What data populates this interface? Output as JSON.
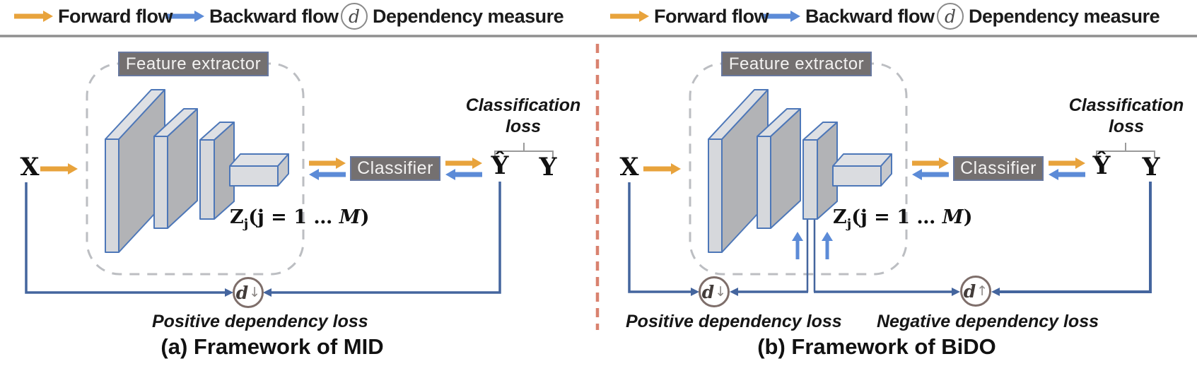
{
  "legend": {
    "forward_label": "Forward flow",
    "backward_label": "Backward flow",
    "dependency_symbol": "d",
    "dependency_label": "Dependency measure"
  },
  "panels": {
    "a": {
      "feature_extractor": "Feature extractor",
      "classifier": "Classifier",
      "input": "X",
      "prediction": "Ŷ",
      "ground_truth": "Y",
      "classification_loss": "Classification loss",
      "z_prefix": "Z",
      "z_sub": "j",
      "z_mid": "(j = 1 … ",
      "z_var": "M",
      "z_close": ")",
      "d_down_symbol": "d",
      "d_down_arrow": "↓",
      "positive_loss": "Positive dependency loss",
      "caption": "(a) Framework of MID"
    },
    "b": {
      "feature_extractor": "Feature extractor",
      "classifier": "Classifier",
      "input": "X",
      "prediction": "Ŷ",
      "ground_truth": "Y",
      "classification_loss": "Classification loss",
      "z_prefix": "Z",
      "z_sub": "j",
      "z_mid": "(j = 1 … ",
      "z_var": "M",
      "z_close": ")",
      "d_down_symbol": "d",
      "d_down_arrow": "↓",
      "d_up_symbol": "d",
      "d_up_arrow": "↑",
      "positive_loss": "Positive dependency loss",
      "negative_loss": "Negative dependency loss",
      "caption": "(b) Framework of BiDO"
    }
  },
  "colors": {
    "forward_flow": "#E8A33C",
    "backward_flow": "#5C8BD7",
    "connector_line": "#44659E",
    "divider": "#D9826F",
    "label_box_fill": "#747070",
    "slab_stroke": "#4D77B8"
  }
}
